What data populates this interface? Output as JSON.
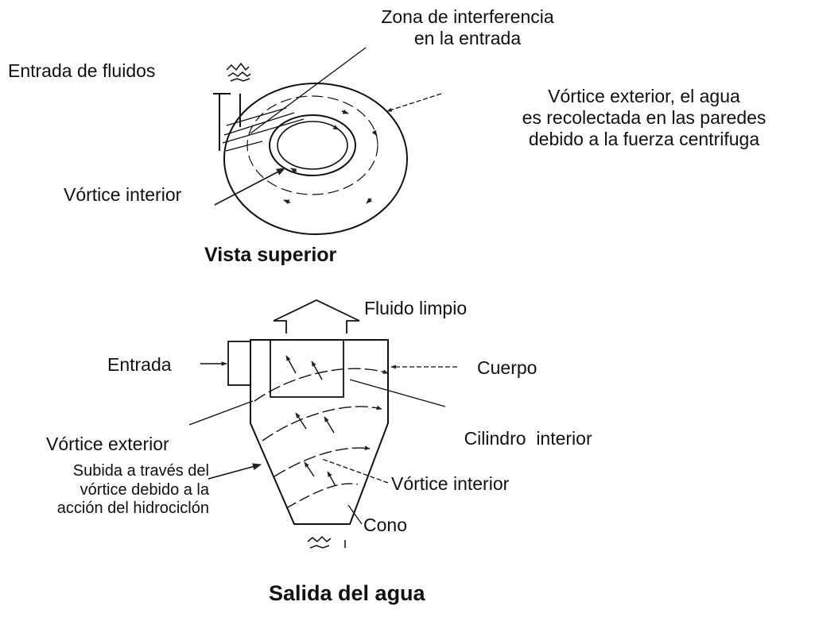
{
  "top_view": {
    "interference_zone": [
      "Zona de interferencia",
      "en la entrada"
    ],
    "fluid_inlet": "Entrada de fluidos",
    "outer_vortex_note": [
      "Vórtice exterior, el agua",
      "es recolectada en las paredes",
      "debido a la fuerza centrifuga"
    ],
    "inner_vortex": "Vórtice interior",
    "caption": "Vista superior"
  },
  "side_view": {
    "clean_fluid": "Fluido limpio",
    "inlet": "Entrada",
    "body": "Cuerpo",
    "inner_cylinder": "Cilindro  interior",
    "outer_vortex": "Vórtice exterior",
    "rise_note": [
      "Subida a través del",
      "vórtice debido a la",
      "acción del hidrociclón"
    ],
    "inner_vortex": "Vórtice interior",
    "cone": "Cono",
    "caption": "Salida del agua"
  }
}
